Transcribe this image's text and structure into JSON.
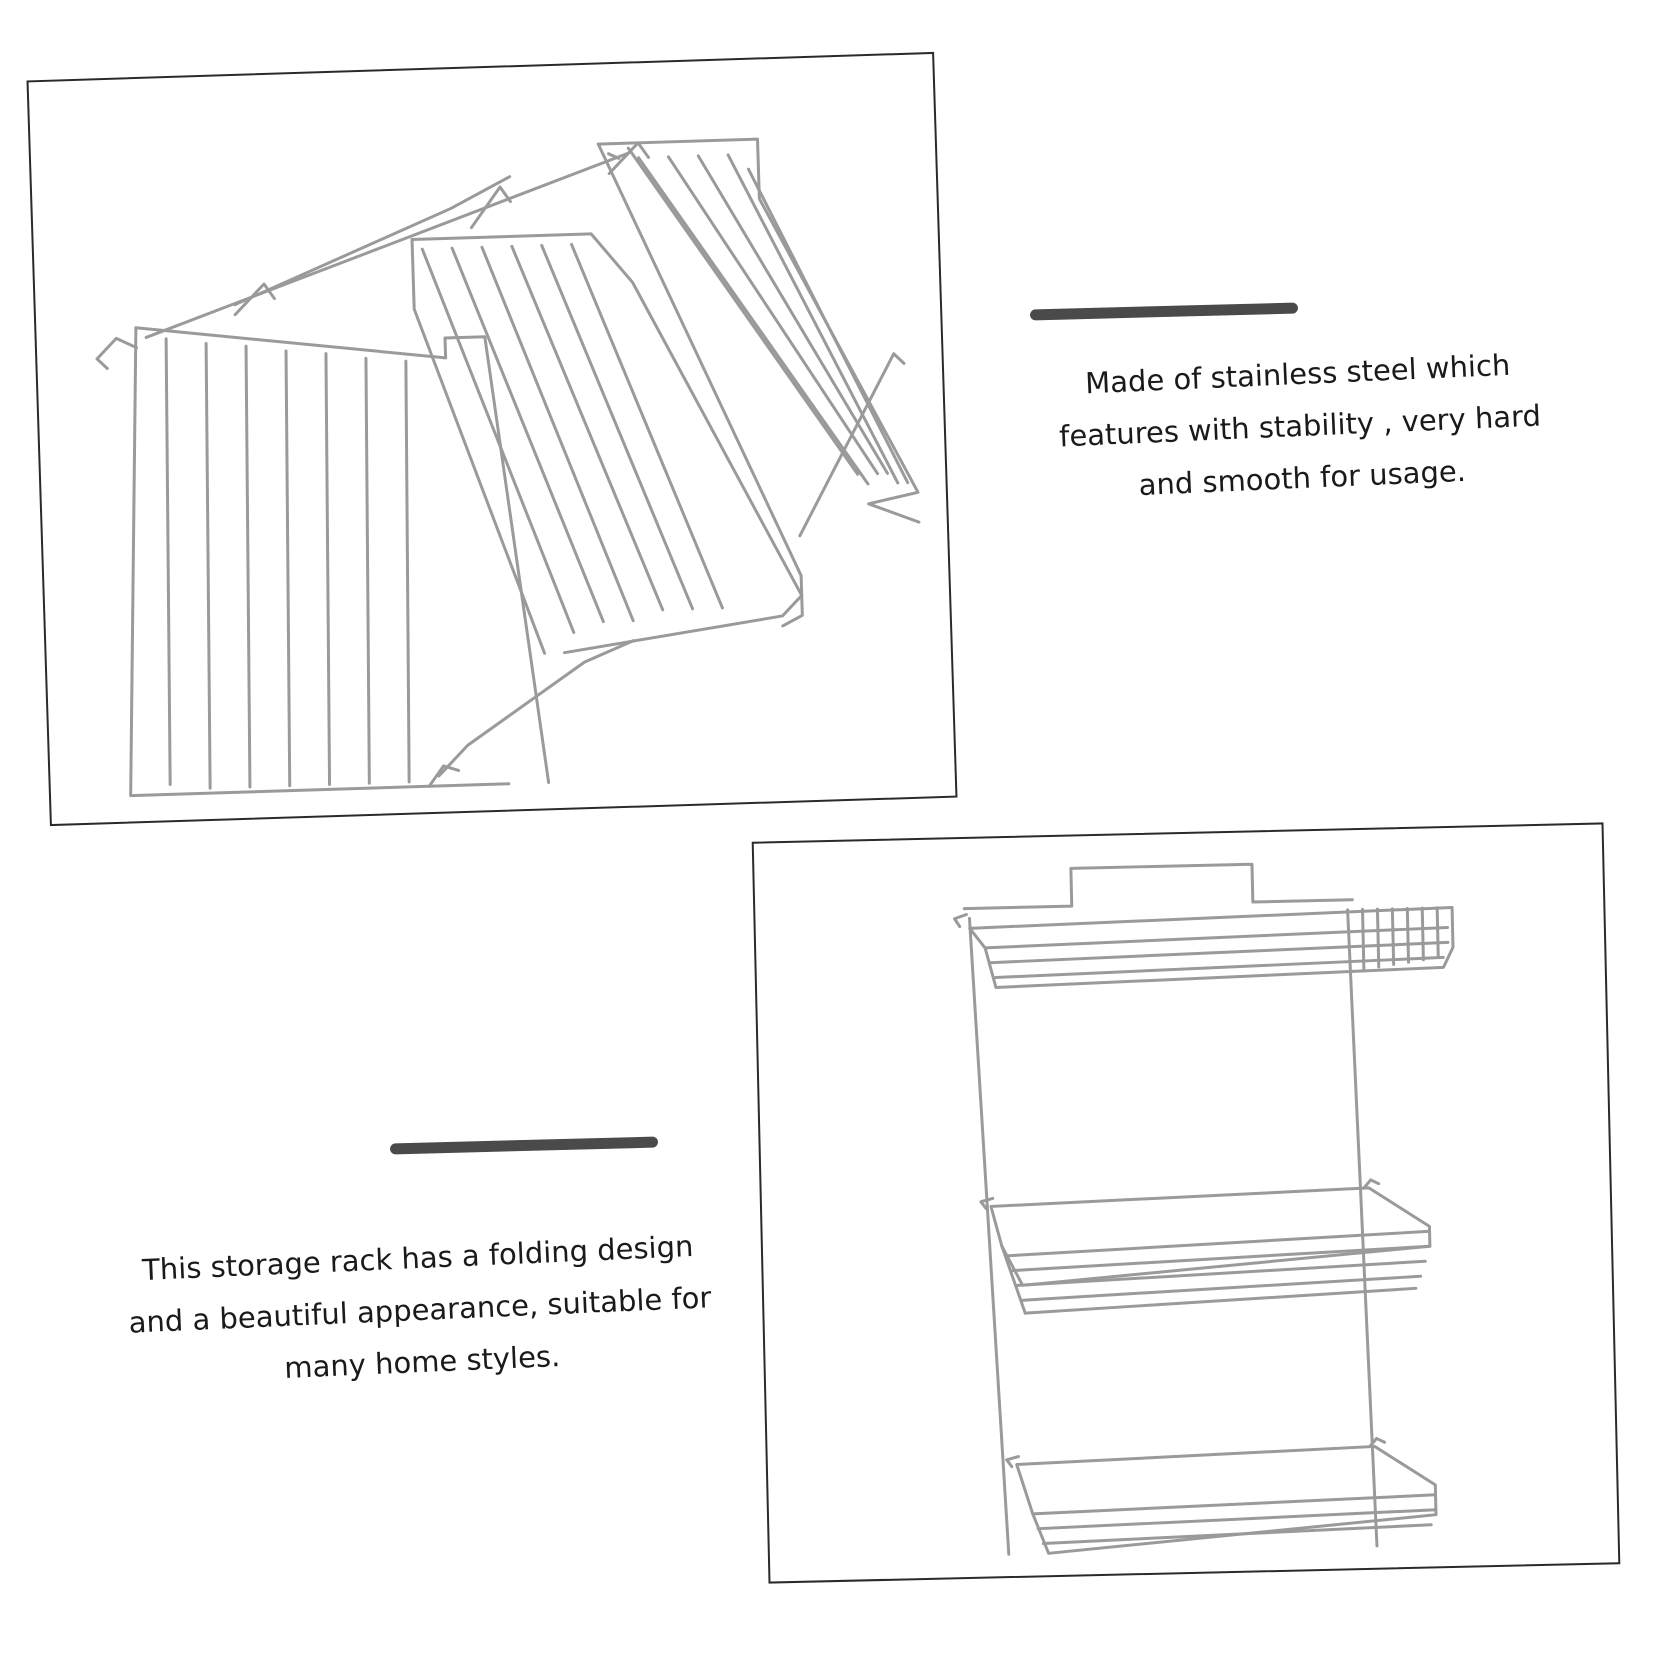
{
  "captions": {
    "top": "Made of stainless steel which\nfeatures with stability , very hard\nand smooth for  usage.",
    "bottom": "This storage rack has a folding design\nand a beautiful appearance, suitable for\nmany home styles."
  },
  "colors": {
    "accent_bar": "#4a4a4a",
    "frame_border": "#2a2a2a",
    "wire": "#9a9a9a",
    "text": "#1a1a1a"
  },
  "images": {
    "top": "folded-wire-rack-photo",
    "bottom": "three-tier-wire-rack-photo"
  }
}
